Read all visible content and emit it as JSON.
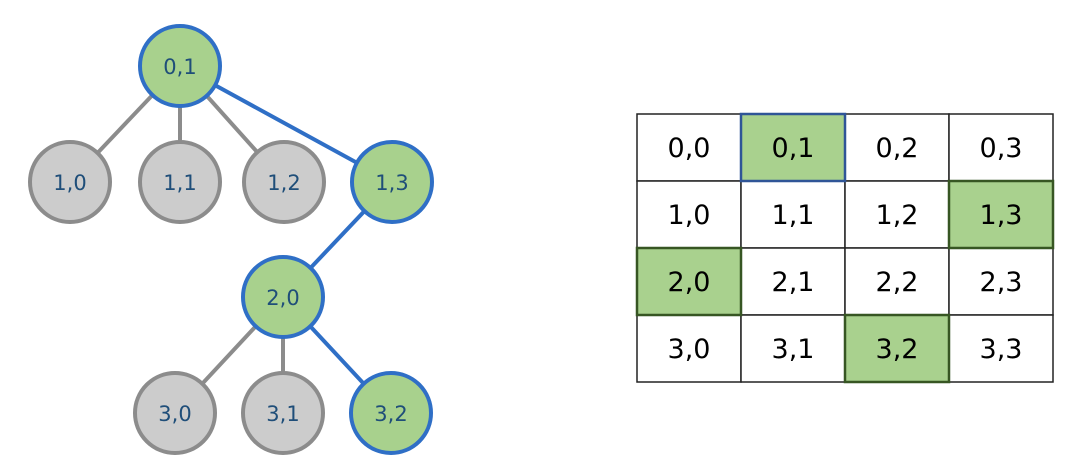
{
  "tree": {
    "nodes": [
      {
        "id": "n01",
        "label": "0,1",
        "style": "green"
      },
      {
        "id": "n10",
        "label": "1,0",
        "style": "gray"
      },
      {
        "id": "n11",
        "label": "1,1",
        "style": "gray"
      },
      {
        "id": "n12",
        "label": "1,2",
        "style": "gray"
      },
      {
        "id": "n13",
        "label": "1,3",
        "style": "green"
      },
      {
        "id": "n20",
        "label": "2,0",
        "style": "green"
      },
      {
        "id": "n30",
        "label": "3,0",
        "style": "gray"
      },
      {
        "id": "n31",
        "label": "3,1",
        "style": "gray"
      },
      {
        "id": "n32",
        "label": "3,2",
        "style": "green"
      }
    ],
    "edges": [
      {
        "from": "n01",
        "to": "n10",
        "style": "gray"
      },
      {
        "from": "n01",
        "to": "n11",
        "style": "gray"
      },
      {
        "from": "n01",
        "to": "n12",
        "style": "gray"
      },
      {
        "from": "n01",
        "to": "n13",
        "style": "blue"
      },
      {
        "from": "n13",
        "to": "n20",
        "style": "blue"
      },
      {
        "from": "n20",
        "to": "n30",
        "style": "gray"
      },
      {
        "from": "n20",
        "to": "n31",
        "style": "gray"
      },
      {
        "from": "n20",
        "to": "n32",
        "style": "blue"
      }
    ]
  },
  "grid": {
    "rows": [
      [
        "0,0",
        "0,1",
        "0,2",
        "0,3"
      ],
      [
        "1,0",
        "1,1",
        "1,2",
        "1,3"
      ],
      [
        "2,0",
        "2,1",
        "2,2",
        "2,3"
      ],
      [
        "3,0",
        "3,1",
        "3,2",
        "3,3"
      ]
    ],
    "highlighted": [
      "0,1",
      "1,3",
      "2,0",
      "3,2"
    ],
    "blue_bordered": [
      "0,1"
    ]
  },
  "colors": {
    "highlight_fill": "#a8d18d",
    "path_blue": "#2f6fc6",
    "gray_fill": "#cccccc",
    "gray_stroke": "#8c8c8c",
    "node_text": "#1f4e79"
  }
}
